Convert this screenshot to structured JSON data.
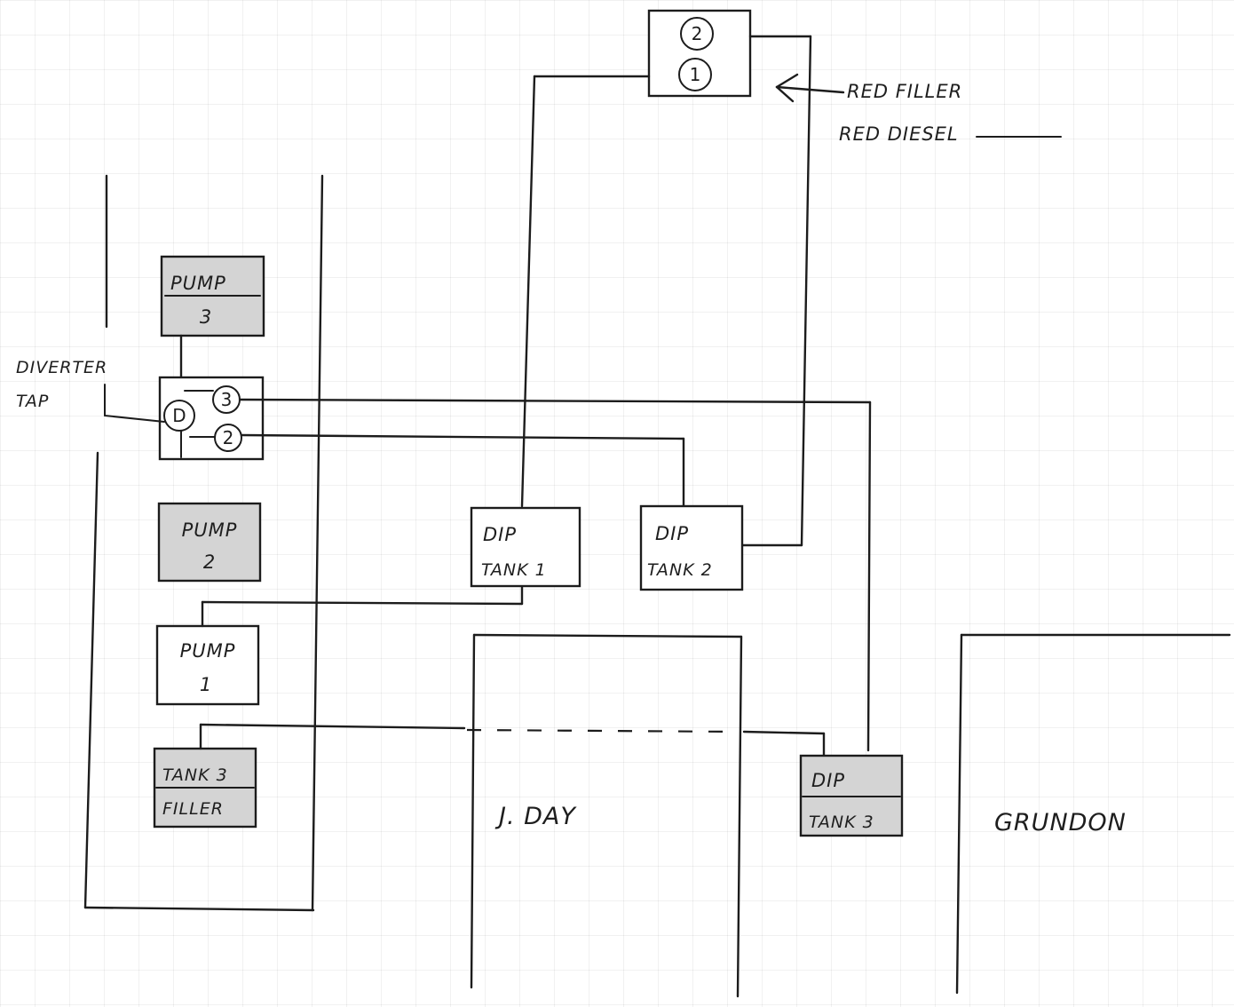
{
  "labels": {
    "filler_numbers": [
      "2",
      "1"
    ],
    "red_filler": "RED FILLER",
    "red_diesel": "RED DIESEL",
    "pump3": [
      "PUMP",
      "3"
    ],
    "pump2": [
      "PUMP",
      "2"
    ],
    "pump1": [
      "PUMP",
      "1"
    ],
    "tank3_filler": [
      "TANK 3",
      "FILLER"
    ],
    "diverter_tap": [
      "DIVERTER",
      "TAP"
    ],
    "tap_ports": [
      "D",
      "3",
      "2"
    ],
    "dip_tank1": [
      "DIP",
      "TANK 1"
    ],
    "dip_tank2": [
      "DIP",
      "TANK 2"
    ],
    "dip_tank3": [
      "DIP",
      "TANK 3"
    ],
    "jday": "J. DAY",
    "grundon": "GRUNDON"
  },
  "colors": {
    "ink": "#1c1c1c",
    "shaded_box": "#d4d4d4",
    "paper": "#ffffff"
  }
}
